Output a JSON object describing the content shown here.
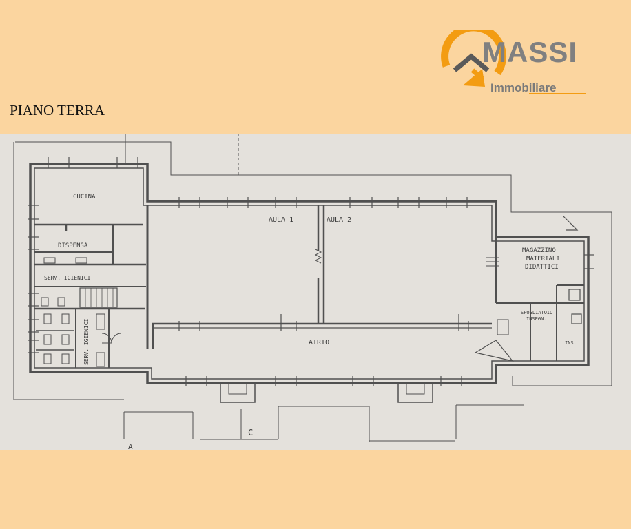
{
  "brand": {
    "logo_text": "MASSI",
    "logo_subtitle": "Immobiliare",
    "colors": {
      "orange": "#f39c12",
      "gray": "#808080",
      "background": "#fbd59f"
    }
  },
  "page_title": "PIANO TERRA",
  "floor_plan": {
    "rooms": {
      "cucina": "CUCINA",
      "dispensa": "DISPENSA",
      "serv_igienici_top": "SERV. IGIENICI",
      "serv_igienici_side": "SERV. IGIENICI",
      "aula1": "AULA 1",
      "aula2": "AULA 2",
      "atrio": "ATRIO",
      "magazzino_l1": "MAGAZZINO",
      "magazzino_l2": "MATERIALI",
      "magazzino_l3": "DIDATTICI",
      "spogliatoio_l1": "SPOGLIATOIO",
      "spogliatoio_l2": "INSEGN.",
      "ins": "INS."
    },
    "section_marks": {
      "a": "A",
      "c": "C"
    }
  }
}
